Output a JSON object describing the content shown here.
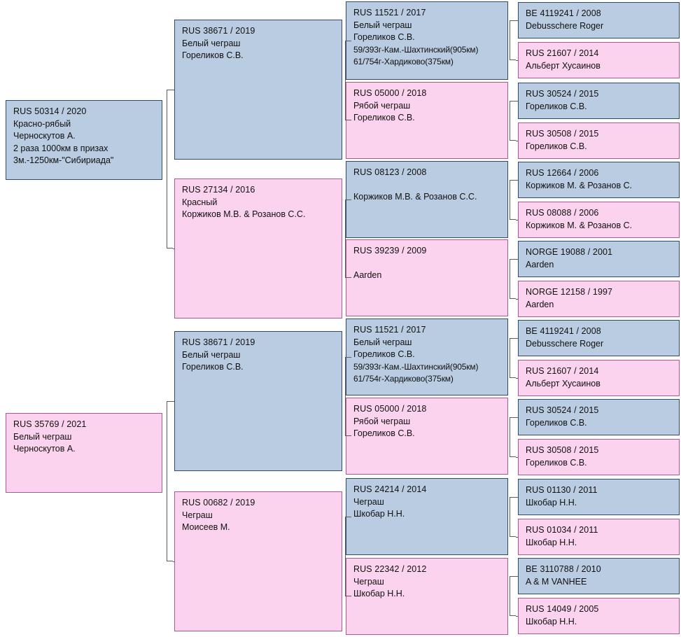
{
  "chart": {
    "type": "pedigree",
    "title": "",
    "generations": 4,
    "colors": {
      "male_fill": "#b9cce1",
      "male_border": "#2f4a6d",
      "female_fill": "#fbd3ef",
      "female_border": "#a85a92",
      "connector": "#5b5b5b",
      "background": "#ffffff"
    }
  },
  "trees": [
    {
      "id": "tree-1",
      "root": {
        "id": "n1-root",
        "sex": "blue",
        "reg": "RUS  50314 / 2020",
        "lines": [
          "Красно-рябый",
          "Черноскутов А.",
          "2 раза 1000км в призах",
          "3м.-1250км-\"Сибириада\""
        ]
      },
      "gen2": [
        {
          "id": "n1-g2-sire",
          "sex": "blue",
          "reg": "RUS  38671 / 2019",
          "lines": [
            "Белый чеграш",
            "Гореликов С.В."
          ]
        },
        {
          "id": "n1-g2-dam",
          "sex": "pink",
          "reg": "RUS  27134 / 2016",
          "lines": [
            "Красный",
            "Коржиков М.В. & Розанов С.С."
          ]
        }
      ],
      "gen3": [
        {
          "id": "n1-g3-a",
          "sex": "blue",
          "reg": "RUS  11521 / 2017",
          "lines": [
            "Белый чеграш",
            "Гореликов С.В."
          ],
          "notes": [
            "59/393г-Кам.-Шахтинский(905км)",
            "61/754г-Хардиково(375км)"
          ]
        },
        {
          "id": "n1-g3-b",
          "sex": "pink",
          "reg": "RUS  05000 / 2018",
          "lines": [
            "Рябой чеграш",
            "Гореликов С.В."
          ],
          "notes": []
        },
        {
          "id": "n1-g3-c",
          "sex": "blue",
          "reg": "RUS  08123 / 2008",
          "lines": [
            "",
            "Коржиков М.В. & Розанов С.С."
          ],
          "notes": []
        },
        {
          "id": "n1-g3-d",
          "sex": "pink",
          "reg": "RUS  39239 / 2009",
          "lines": [
            "",
            "Aarden"
          ],
          "notes": []
        }
      ],
      "gen4": [
        {
          "id": "n1-g4-a",
          "sex": "blue",
          "reg": "BE  4119241 / 2008",
          "lines": [
            "Debusschere Roger"
          ]
        },
        {
          "id": "n1-g4-b",
          "sex": "pink",
          "reg": "RUS  21607 / 2014",
          "lines": [
            "Альберт Хусаинов"
          ]
        },
        {
          "id": "n1-g4-c",
          "sex": "blue",
          "reg": "RUS  30524 / 2015",
          "lines": [
            "Гореликов С.В."
          ]
        },
        {
          "id": "n1-g4-d",
          "sex": "pink",
          "reg": "RUS  30508 / 2015",
          "lines": [
            "Гореликов С.В."
          ]
        },
        {
          "id": "n1-g4-e",
          "sex": "blue",
          "reg": "RUS  12664 / 2006",
          "lines": [
            "Коржиков М. & Розанов С."
          ]
        },
        {
          "id": "n1-g4-f",
          "sex": "pink",
          "reg": "RUS  08088 / 2006",
          "lines": [
            "Коржиков М. & Розанов С."
          ]
        },
        {
          "id": "n1-g4-g",
          "sex": "blue",
          "reg": "NORGE  19088 / 2001",
          "lines": [
            "Aarden"
          ]
        },
        {
          "id": "n1-g4-h",
          "sex": "pink",
          "reg": "NORGE  12158 / 1997",
          "lines": [
            "Aarden"
          ]
        }
      ]
    },
    {
      "id": "tree-2",
      "root": {
        "id": "n2-root",
        "sex": "pink",
        "reg": "RUS  35769 / 2021",
        "lines": [
          "Белый чеграш",
          "Черноскутов А."
        ]
      },
      "gen2": [
        {
          "id": "n2-g2-sire",
          "sex": "blue",
          "reg": "RUS  38671 / 2019",
          "lines": [
            "Белый чеграш",
            "Гореликов С.В."
          ]
        },
        {
          "id": "n2-g2-dam",
          "sex": "pink",
          "reg": "RUS  00682 / 2019",
          "lines": [
            "Чеграш",
            "Моисеев М."
          ]
        }
      ],
      "gen3": [
        {
          "id": "n2-g3-a",
          "sex": "blue",
          "reg": "RUS  11521 / 2017",
          "lines": [
            "Белый чеграш",
            "Гореликов С.В."
          ],
          "notes": [
            "59/393г-Кам.-Шахтинский(905км)",
            "61/754г-Хардиково(375км)"
          ]
        },
        {
          "id": "n2-g3-b",
          "sex": "pink",
          "reg": "RUS  05000 / 2018",
          "lines": [
            "Рябой чеграш",
            "Гореликов С.В."
          ],
          "notes": []
        },
        {
          "id": "n2-g3-c",
          "sex": "blue",
          "reg": "RUS  24214 / 2014",
          "lines": [
            "Чеграш",
            "Шкобар Н.Н."
          ],
          "notes": []
        },
        {
          "id": "n2-g3-d",
          "sex": "pink",
          "reg": "RUS  22342 / 2012",
          "lines": [
            "Чеграш",
            "Шкобар Н.Н."
          ],
          "notes": []
        }
      ],
      "gen4": [
        {
          "id": "n2-g4-a",
          "sex": "blue",
          "reg": "BE  4119241 / 2008",
          "lines": [
            "Debusschere Roger"
          ]
        },
        {
          "id": "n2-g4-b",
          "sex": "pink",
          "reg": "RUS  21607 / 2014",
          "lines": [
            "Альберт Хусаинов"
          ]
        },
        {
          "id": "n2-g4-c",
          "sex": "blue",
          "reg": "RUS  30524 / 2015",
          "lines": [
            "Гореликов С.В."
          ]
        },
        {
          "id": "n2-g4-d",
          "sex": "pink",
          "reg": "RUS  30508 / 2015",
          "lines": [
            "Гореликов С.В."
          ]
        },
        {
          "id": "n2-g4-e",
          "sex": "blue",
          "reg": "RUS  01130 / 2011",
          "lines": [
            "Шкобар Н.Н."
          ]
        },
        {
          "id": "n2-g4-f",
          "sex": "pink",
          "reg": "RUS  01034 / 2011",
          "lines": [
            "Шкобар Н.Н."
          ]
        },
        {
          "id": "n2-g4-g",
          "sex": "blue",
          "reg": "BE  3110788 / 2010",
          "lines": [
            "A & M VANHEE"
          ]
        },
        {
          "id": "n2-g4-h",
          "sex": "pink",
          "reg": "RUS  14049 / 2005",
          "lines": [
            "Шкобар Н.Н."
          ]
        }
      ]
    }
  ]
}
